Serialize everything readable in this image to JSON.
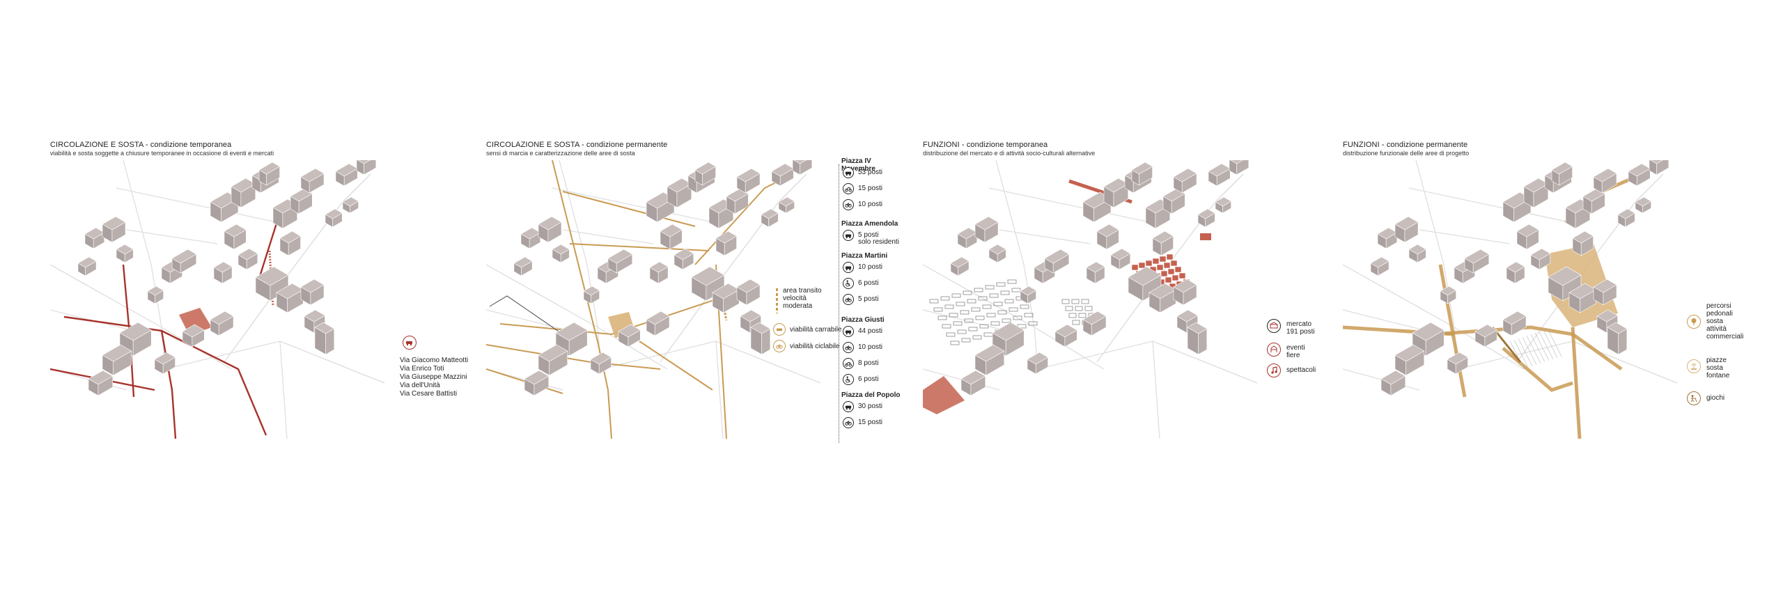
{
  "panels": [
    {
      "title": "CIRCOLAZIONE E SOSTA - condizione temporanea",
      "subtitle": "viabilità e sosta soggette a chiusure temporanee in occasione di eventi e mercati",
      "streets": [
        "Via Giacomo Matteotti",
        "Via Enrico Toti",
        "Via Giuseppe Mazzini",
        "Via dell'Unità",
        "Via Cesare Battisti"
      ]
    },
    {
      "title": "CIRCOLAZIONE E SOSTA - condizione permanente",
      "subtitle": "sensi di marcia e caratterizzazione delle aree di sosta",
      "legend": [
        {
          "icon": "transit-area-icon",
          "label": "area transito\nvelocità\nmoderata"
        },
        {
          "icon": "car-icon",
          "label": "viabilità carrabile"
        },
        {
          "icon": "bicycle-icon",
          "label": "viabilità ciclabile"
        }
      ],
      "parking": [
        {
          "name": "Piazza IV Novembre",
          "rows": [
            {
              "icon": "car-icon",
              "text": "53 posti"
            },
            {
              "icon": "motorbike-icon",
              "text": "15 posti"
            },
            {
              "icon": "bicycle-icon",
              "text": "10 posti"
            }
          ]
        },
        {
          "name": "Piazza Amendola",
          "rows": [
            {
              "icon": "car-icon",
              "text": "5 posti\nsolo residenti"
            }
          ]
        },
        {
          "name": "Piazza Martini",
          "rows": [
            {
              "icon": "car-icon",
              "text": "10 posti"
            },
            {
              "icon": "disabled-icon",
              "text": "6 posti"
            },
            {
              "icon": "bicycle-icon",
              "text": "5 posti"
            }
          ]
        },
        {
          "name": "Piazza Giusti",
          "rows": [
            {
              "icon": "car-icon",
              "text": "44 posti"
            },
            {
              "icon": "bicycle-icon",
              "text": "10 posti"
            },
            {
              "icon": "motorbike-icon",
              "text": "8 posti"
            },
            {
              "icon": "disabled-icon",
              "text": "6 posti"
            }
          ]
        },
        {
          "name": "Piazza del Popolo",
          "rows": [
            {
              "icon": "car-icon",
              "text": "30 posti"
            },
            {
              "icon": "bicycle-icon",
              "text": "15 posti"
            }
          ]
        }
      ]
    },
    {
      "title": "FUNZIONI - condizione temporanea",
      "subtitle": "distribuzione del mercato e di attività socio-culturali alternative",
      "legend": [
        {
          "icon": "market-icon",
          "label": "mercato\n191 posti"
        },
        {
          "icon": "fair-icon",
          "label": "eventi\nfiere"
        },
        {
          "icon": "music-icon",
          "label": "spettacoli"
        }
      ]
    },
    {
      "title": "FUNZIONI - condizione permanente",
      "subtitle": "distribuzione funzionale delle aree di progetto",
      "legend": [
        {
          "icon": "tree-icon",
          "label": "percorsi\npedonali\nsosta\nattività\ncommerciali"
        },
        {
          "icon": "fountain-icon",
          "label": "piazze\nsosta\nfontane"
        },
        {
          "icon": "playground-icon",
          "label": "giochi"
        }
      ]
    }
  ],
  "colors": {
    "red": "#a8322b",
    "red_fill": "#c4614f",
    "ochre": "#c99a52",
    "ochre_fill": "#d9b47a",
    "building_top": "#c7bdbb",
    "building_side": "#a9a09f",
    "road": "#bdbdbd"
  }
}
